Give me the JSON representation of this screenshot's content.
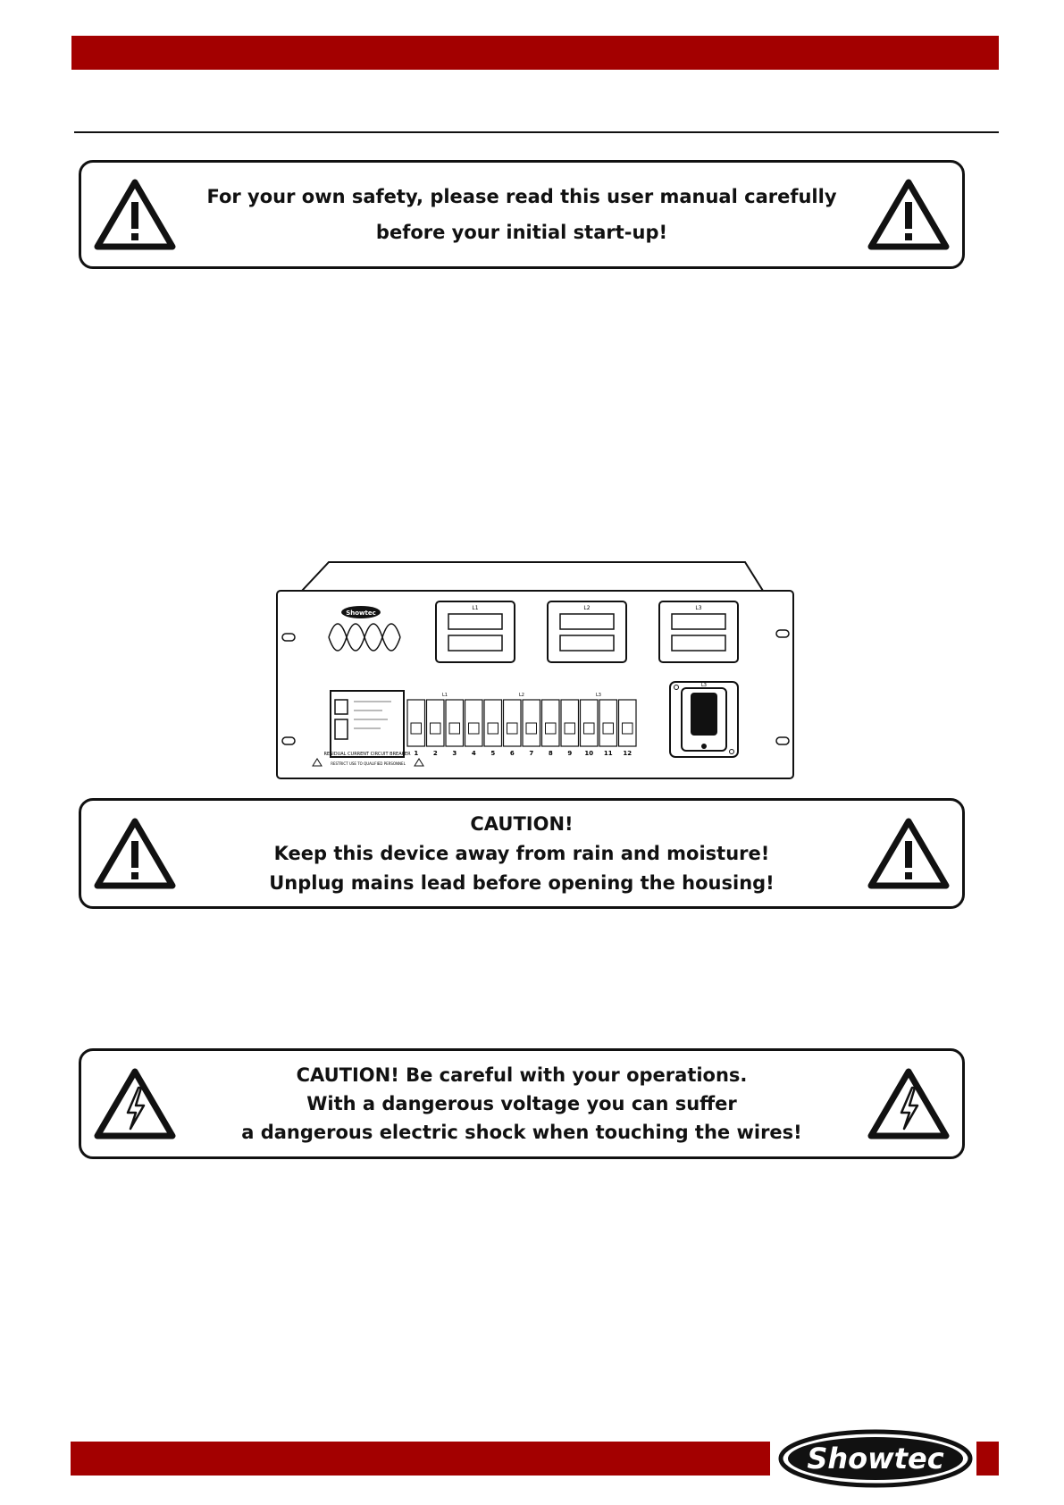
{
  "header": {
    "bar_color": "#a30000"
  },
  "warnings": {
    "safety": {
      "line1": "For your own safety, please read this user manual carefully",
      "line2": "before your initial start-up!"
    },
    "caution": {
      "line1": "CAUTION!",
      "line2": "Keep this device away from rain and moisture!",
      "line3": "Unplug mains lead before opening the housing!"
    },
    "shock": {
      "line1": "CAUTION! Be careful with your operations.",
      "line2": "With a dangerous voltage you can suffer",
      "line3": "a dangerous electric shock when touching the wires!"
    }
  },
  "device": {
    "phase_labels": [
      "L1",
      "L2",
      "L3"
    ],
    "breaker_numbers": [
      "1",
      "2",
      "3",
      "4",
      "5",
      "6",
      "7",
      "8",
      "9",
      "10",
      "11",
      "12"
    ],
    "rccb_label": "RESIDUAL CURRENT CIRCUIT BREAKER",
    "restrict_note": "RESTRICT USE TO QUALIFIED PERSONNEL",
    "brand_mark": "Showtec"
  },
  "footer": {
    "logo_text": "Showtec"
  }
}
